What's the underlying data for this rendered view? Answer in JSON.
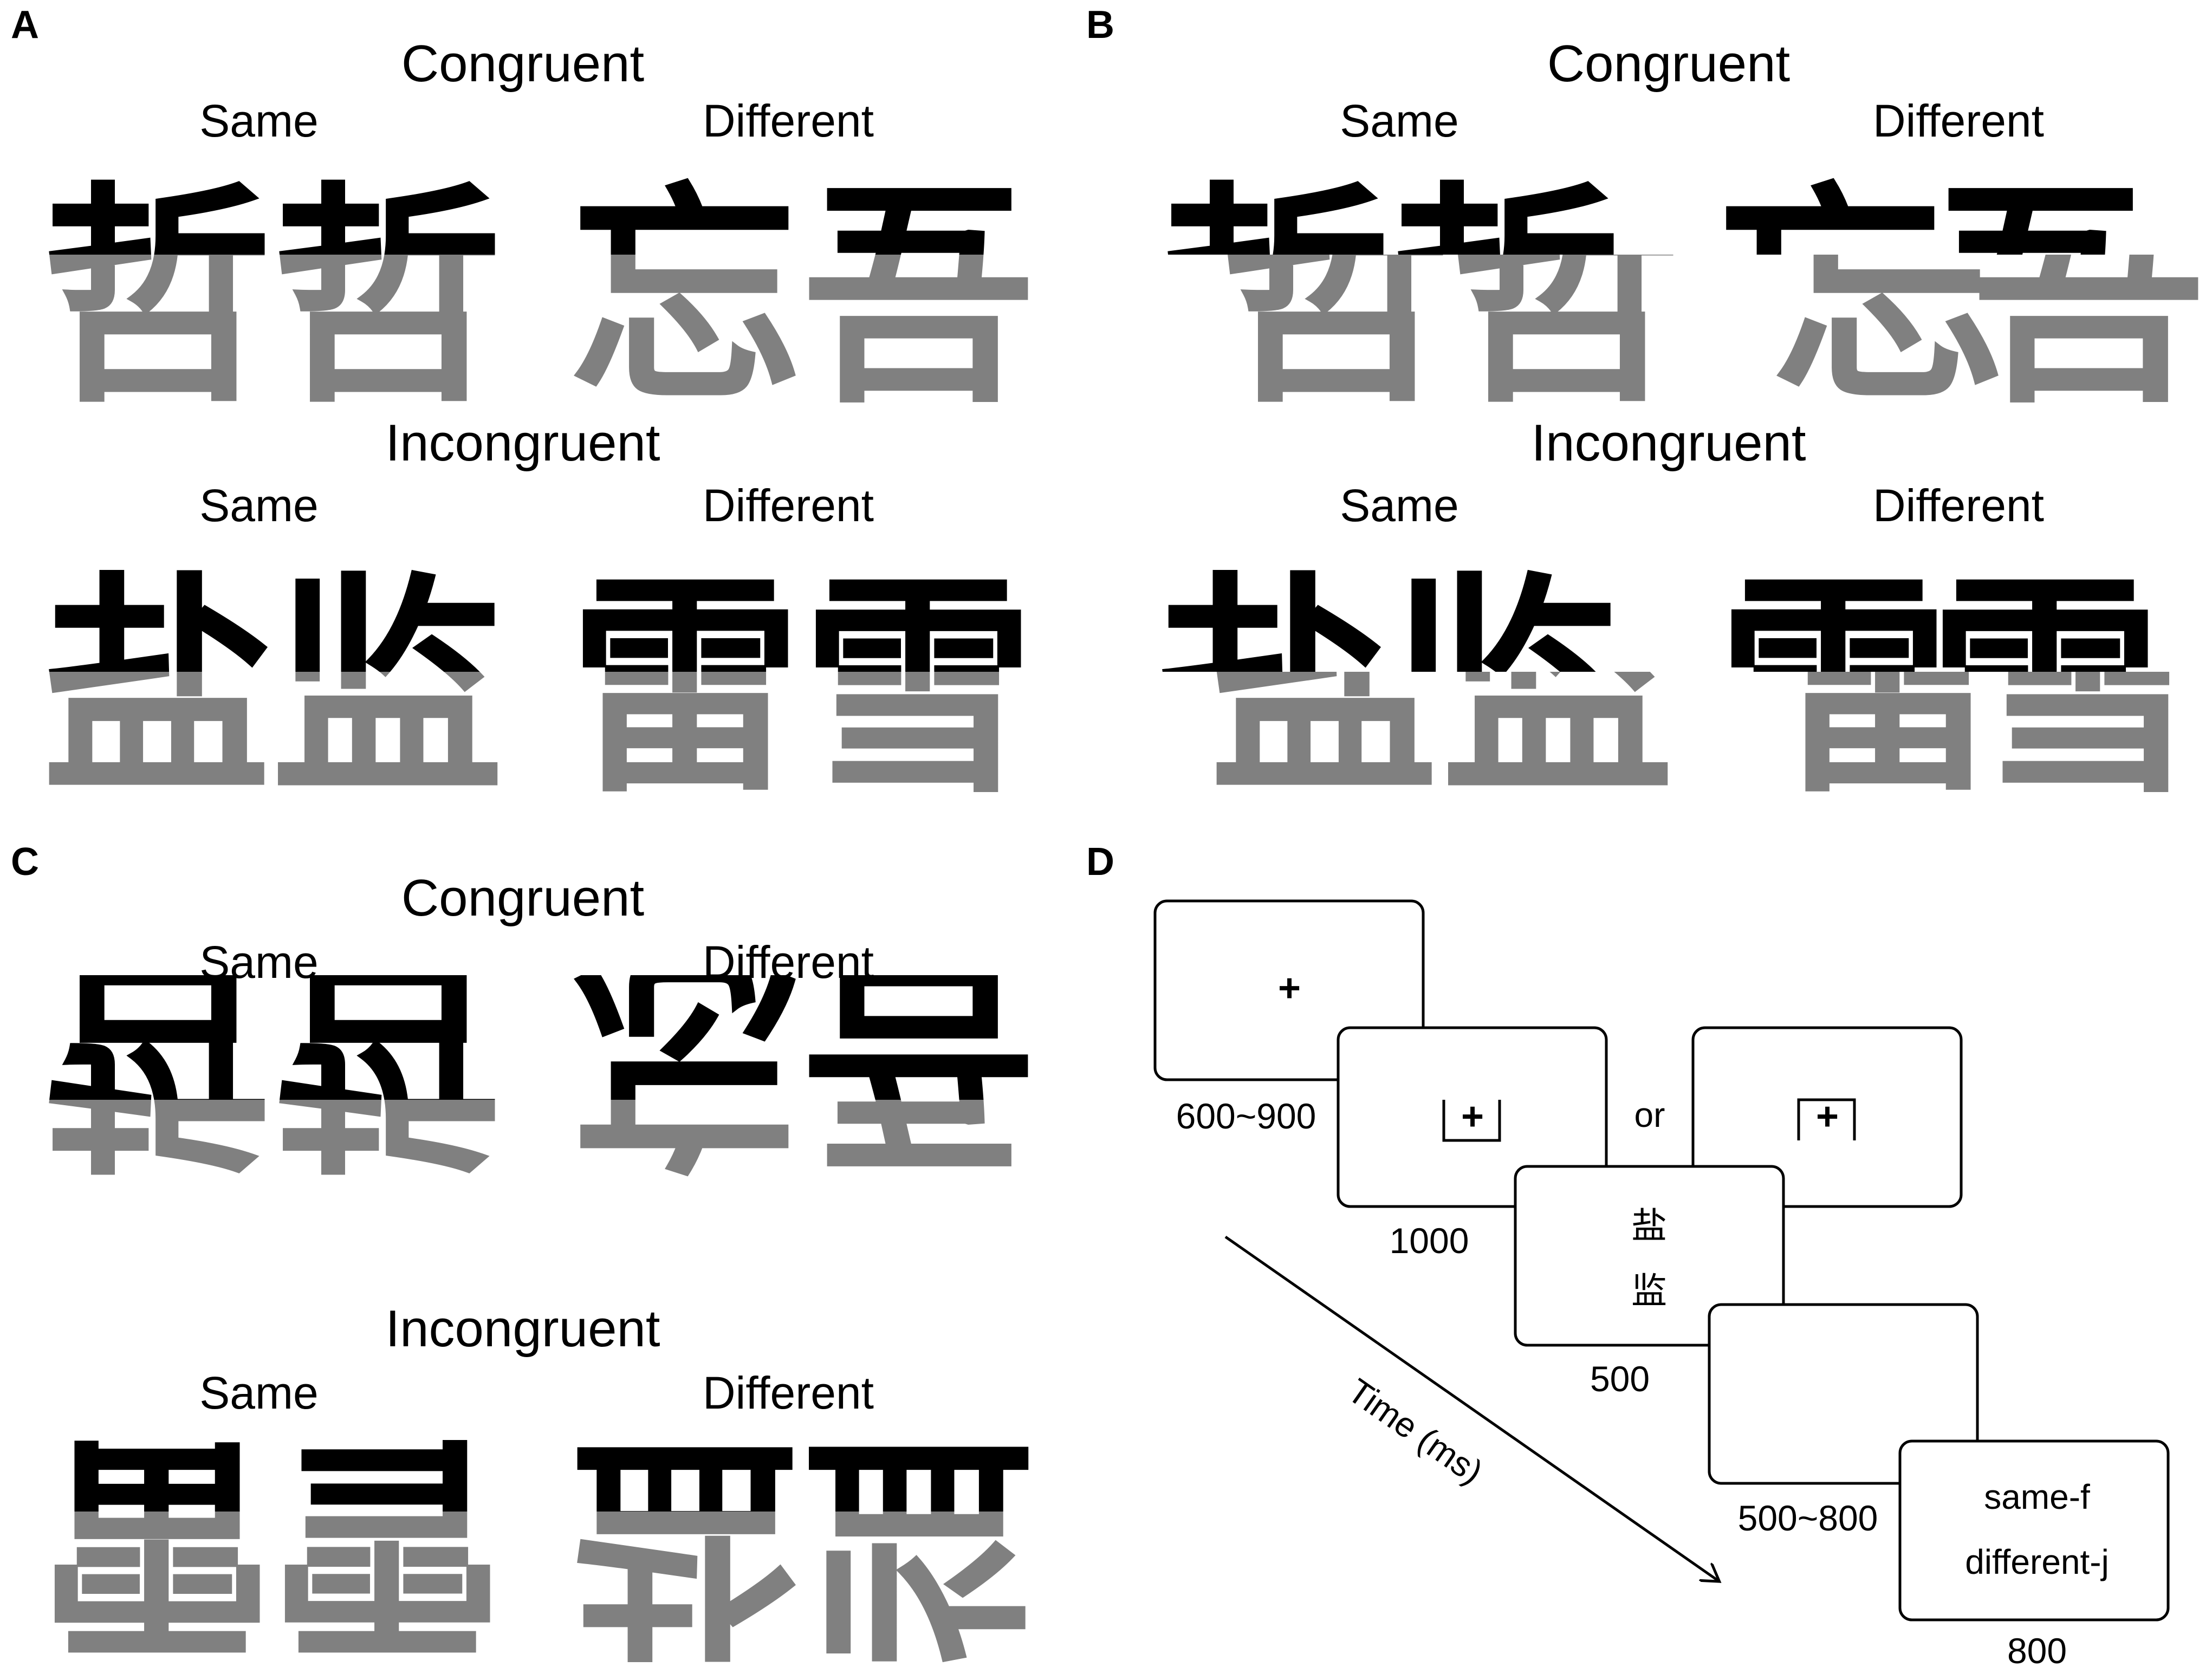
{
  "panels": {
    "a": {
      "letter": "A",
      "congruent": {
        "title": "Congruent",
        "same": "Same",
        "different": "Different",
        "same_pair": [
          "哲",
          "哲"
        ],
        "diff_pair": [
          "忘",
          "吾"
        ]
      },
      "incongruent": {
        "title": "Incongruent",
        "same": "Same",
        "different": "Different",
        "same_pair": [
          "盐",
          "监"
        ],
        "diff_pair": [
          "雷",
          "雪"
        ]
      }
    },
    "b": {
      "letter": "B",
      "congruent": {
        "title": "Congruent",
        "same": "Same",
        "different": "Different",
        "same_pair": [
          "哲",
          "哲"
        ],
        "diff_pair": [
          "忘",
          "吾"
        ]
      },
      "incongruent": {
        "title": "Incongruent",
        "same": "Same",
        "different": "Different",
        "same_pair": [
          "盐",
          "监"
        ],
        "diff_pair": [
          "雷",
          "雪"
        ]
      }
    },
    "c": {
      "letter": "C",
      "congruent": {
        "title": "Congruent",
        "same": "Same",
        "different": "Different",
        "same_pair": [
          "哲",
          "哲"
        ],
        "diff_pair": [
          "忘",
          "吾"
        ]
      },
      "incongruent": {
        "title": "Incongruent",
        "same": "Same",
        "different": "Different",
        "same_pair": [
          "雷",
          "雪"
        ],
        "diff_pair": [
          "盐",
          "监"
        ]
      }
    },
    "d": {
      "letter": "D",
      "fixation": "+",
      "or_label": "or",
      "stimulus_top": "盐",
      "stimulus_bottom": "监",
      "response_same": "same-f",
      "response_different": "different-j",
      "time_axis_label": "Time (ms)",
      "timings": [
        "600~900",
        "1000",
        "500",
        "500~800",
        "800"
      ]
    }
  },
  "colors": {
    "top_half": "#000000",
    "bottom_half": "#808080"
  }
}
